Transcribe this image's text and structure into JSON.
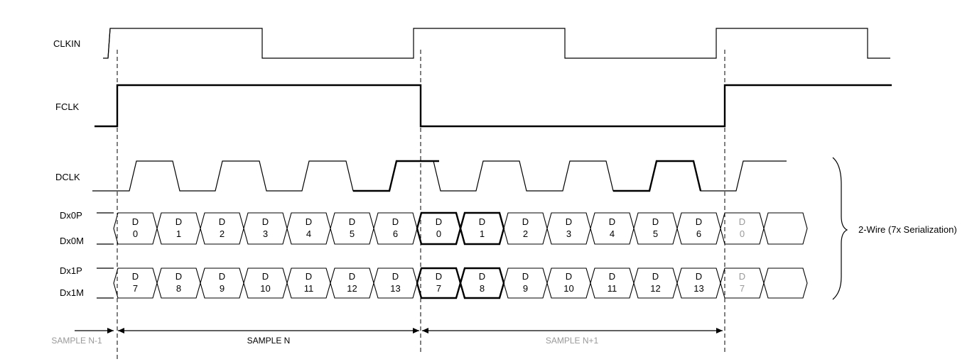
{
  "signals": {
    "clkin": "CLKIN",
    "fclk": "FCLK",
    "dclk": "DCLK",
    "dx0p": "Dx0P",
    "dx0m": "Dx0M",
    "dx1p": "Dx1P",
    "dx1m": "Dx1M"
  },
  "lanes": [
    {
      "name": "lane0",
      "bits": [
        {
          "top": "D",
          "bottom": "0",
          "bold": false,
          "gray": false
        },
        {
          "top": "D",
          "bottom": "1",
          "bold": false,
          "gray": false
        },
        {
          "top": "D",
          "bottom": "2",
          "bold": false,
          "gray": false
        },
        {
          "top": "D",
          "bottom": "3",
          "bold": false,
          "gray": false
        },
        {
          "top": "D",
          "bottom": "4",
          "bold": false,
          "gray": false
        },
        {
          "top": "D",
          "bottom": "5",
          "bold": false,
          "gray": false
        },
        {
          "top": "D",
          "bottom": "6",
          "bold": false,
          "gray": false
        },
        {
          "top": "D",
          "bottom": "0",
          "bold": true,
          "gray": false
        },
        {
          "top": "D",
          "bottom": "1",
          "bold": true,
          "gray": false
        },
        {
          "top": "D",
          "bottom": "2",
          "bold": false,
          "gray": false
        },
        {
          "top": "D",
          "bottom": "3",
          "bold": false,
          "gray": false
        },
        {
          "top": "D",
          "bottom": "4",
          "bold": false,
          "gray": false
        },
        {
          "top": "D",
          "bottom": "5",
          "bold": false,
          "gray": false
        },
        {
          "top": "D",
          "bottom": "6",
          "bold": false,
          "gray": false
        },
        {
          "top": "D",
          "bottom": "0",
          "bold": false,
          "gray": true
        },
        {
          "top": "",
          "bottom": "",
          "bold": false,
          "gray": false
        }
      ]
    },
    {
      "name": "lane1",
      "bits": [
        {
          "top": "D",
          "bottom": "7",
          "bold": false,
          "gray": false
        },
        {
          "top": "D",
          "bottom": "8",
          "bold": false,
          "gray": false
        },
        {
          "top": "D",
          "bottom": "9",
          "bold": false,
          "gray": false
        },
        {
          "top": "D",
          "bottom": "10",
          "bold": false,
          "gray": false
        },
        {
          "top": "D",
          "bottom": "11",
          "bold": false,
          "gray": false
        },
        {
          "top": "D",
          "bottom": "12",
          "bold": false,
          "gray": false
        },
        {
          "top": "D",
          "bottom": "13",
          "bold": false,
          "gray": false
        },
        {
          "top": "D",
          "bottom": "7",
          "bold": true,
          "gray": false
        },
        {
          "top": "D",
          "bottom": "8",
          "bold": true,
          "gray": false
        },
        {
          "top": "D",
          "bottom": "9",
          "bold": false,
          "gray": false
        },
        {
          "top": "D",
          "bottom": "10",
          "bold": false,
          "gray": false
        },
        {
          "top": "D",
          "bottom": "11",
          "bold": false,
          "gray": false
        },
        {
          "top": "D",
          "bottom": "12",
          "bold": false,
          "gray": false
        },
        {
          "top": "D",
          "bottom": "13",
          "bold": false,
          "gray": false
        },
        {
          "top": "D",
          "bottom": "7",
          "bold": false,
          "gray": true
        },
        {
          "top": "",
          "bottom": "",
          "bold": false,
          "gray": false
        }
      ]
    }
  ],
  "samples": {
    "prev": "SAMPLE N-1",
    "current": "SAMPLE N",
    "next": "SAMPLE N+1"
  },
  "brace_label": "2-Wire (7x Serialization)",
  "colors": {
    "line": "#000000",
    "gray_text": "#999999"
  }
}
